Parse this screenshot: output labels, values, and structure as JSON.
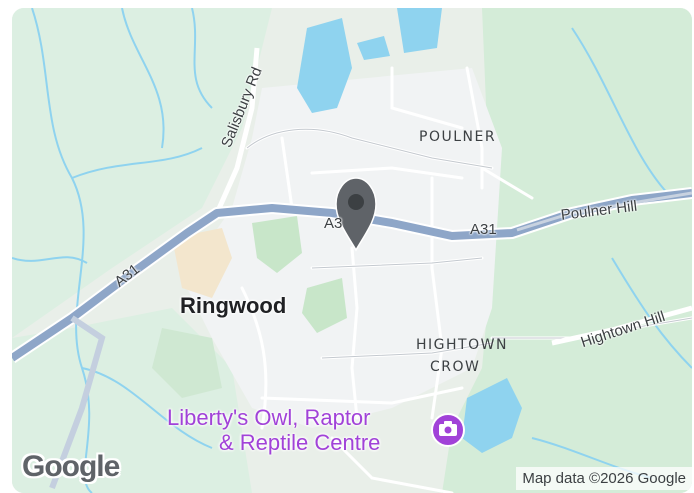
{
  "map": {
    "area_labels": {
      "poulner": "POULNER",
      "hightown": "HIGHTOWN",
      "crow": "CROW"
    },
    "town_label": "Ringwood",
    "road_labels": {
      "salisbury_rd": "Salisbury Rd",
      "a31_west": "A31",
      "a31_middle": "A31",
      "a31_center": "A3",
      "poulner_hill": "Poulner Hill",
      "hightown_hill": "Hightown Hill"
    },
    "poi": {
      "line1": "Liberty's Owl, Raptor",
      "line2": "& Reptile Centre",
      "icon": "camera-icon",
      "color": "#a142d8"
    },
    "marker": {
      "icon": "map-pin-icon",
      "color": "#5f6368"
    },
    "logo_text": "Google",
    "attribution": "Map data ©2026 Google",
    "colors": {
      "water": "#8fd3ef",
      "park": "#c8e6c9",
      "trunk_road": "#8ea6c8",
      "land": "#e9efe9"
    }
  }
}
